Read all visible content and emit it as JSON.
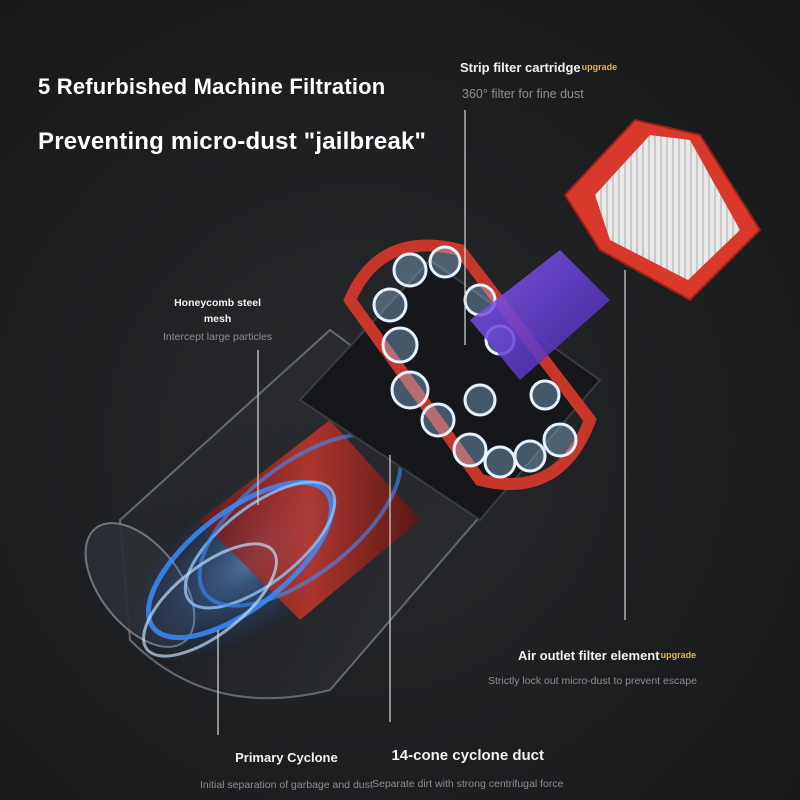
{
  "headline": {
    "line1": "5 Refurbished Machine Filtration",
    "line2": "Preventing micro-dust \"jailbreak\""
  },
  "callouts": {
    "strip_filter": {
      "title": "Strip filter cartridge",
      "badge": "upgrade",
      "desc": "360° filter for fine dust"
    },
    "honeycomb": {
      "title_line1": "Honeycomb steel",
      "title_line2": "mesh",
      "desc": "Intercept large particles"
    },
    "outlet_filter": {
      "title": "Air outlet filter element",
      "badge": "upgrade",
      "desc": "Strictly lock out micro-dust to prevent escape"
    },
    "primary_cyclone": {
      "title": "Primary Cyclone",
      "desc": "Initial separation of garbage and dust"
    },
    "cone_duct": {
      "title": "14-cone cyclone duct",
      "desc": "Separate dirt with strong centrifugal force"
    }
  },
  "colors": {
    "background": "#1b1c1e",
    "accent_red": "#d8392b",
    "airflow_blue": "#3a8cff",
    "badge_gold": "#e9b34a"
  }
}
